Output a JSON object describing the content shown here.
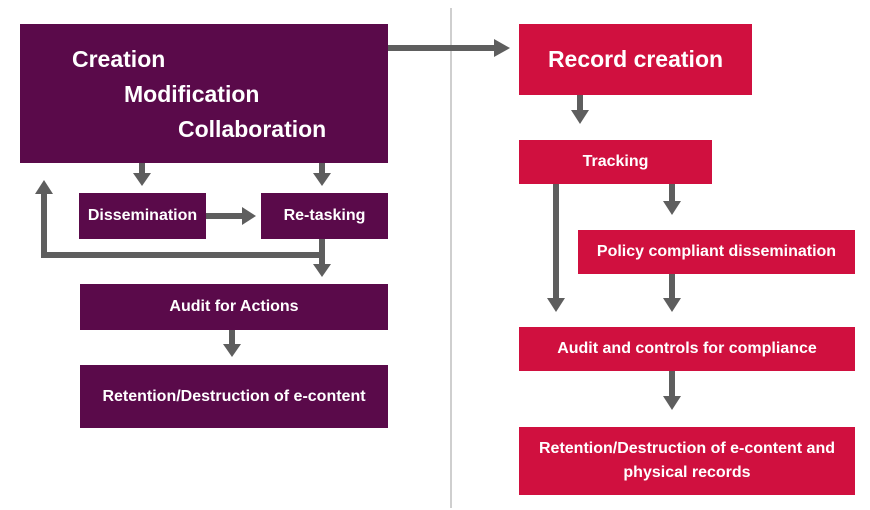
{
  "left": {
    "main_lines": [
      "Creation",
      "Modification",
      "Collaboration"
    ],
    "dissemination": "Dissemination",
    "retasking": "Re-tasking",
    "audit": "Audit for Actions",
    "retention": "Retention/Destruction of e-content"
  },
  "right": {
    "record_creation": "Record creation",
    "tracking": "Tracking",
    "policy": "Policy compliant dissemination",
    "audit": "Audit and controls for compliance",
    "retention_line1": "Retention/Destruction of e-content and",
    "retention_line2": "physical records"
  },
  "colors": {
    "purple": "#5a0a4a",
    "red": "#d0103f",
    "arrow": "#5e5e5e",
    "divider": "#cfcfcf"
  }
}
